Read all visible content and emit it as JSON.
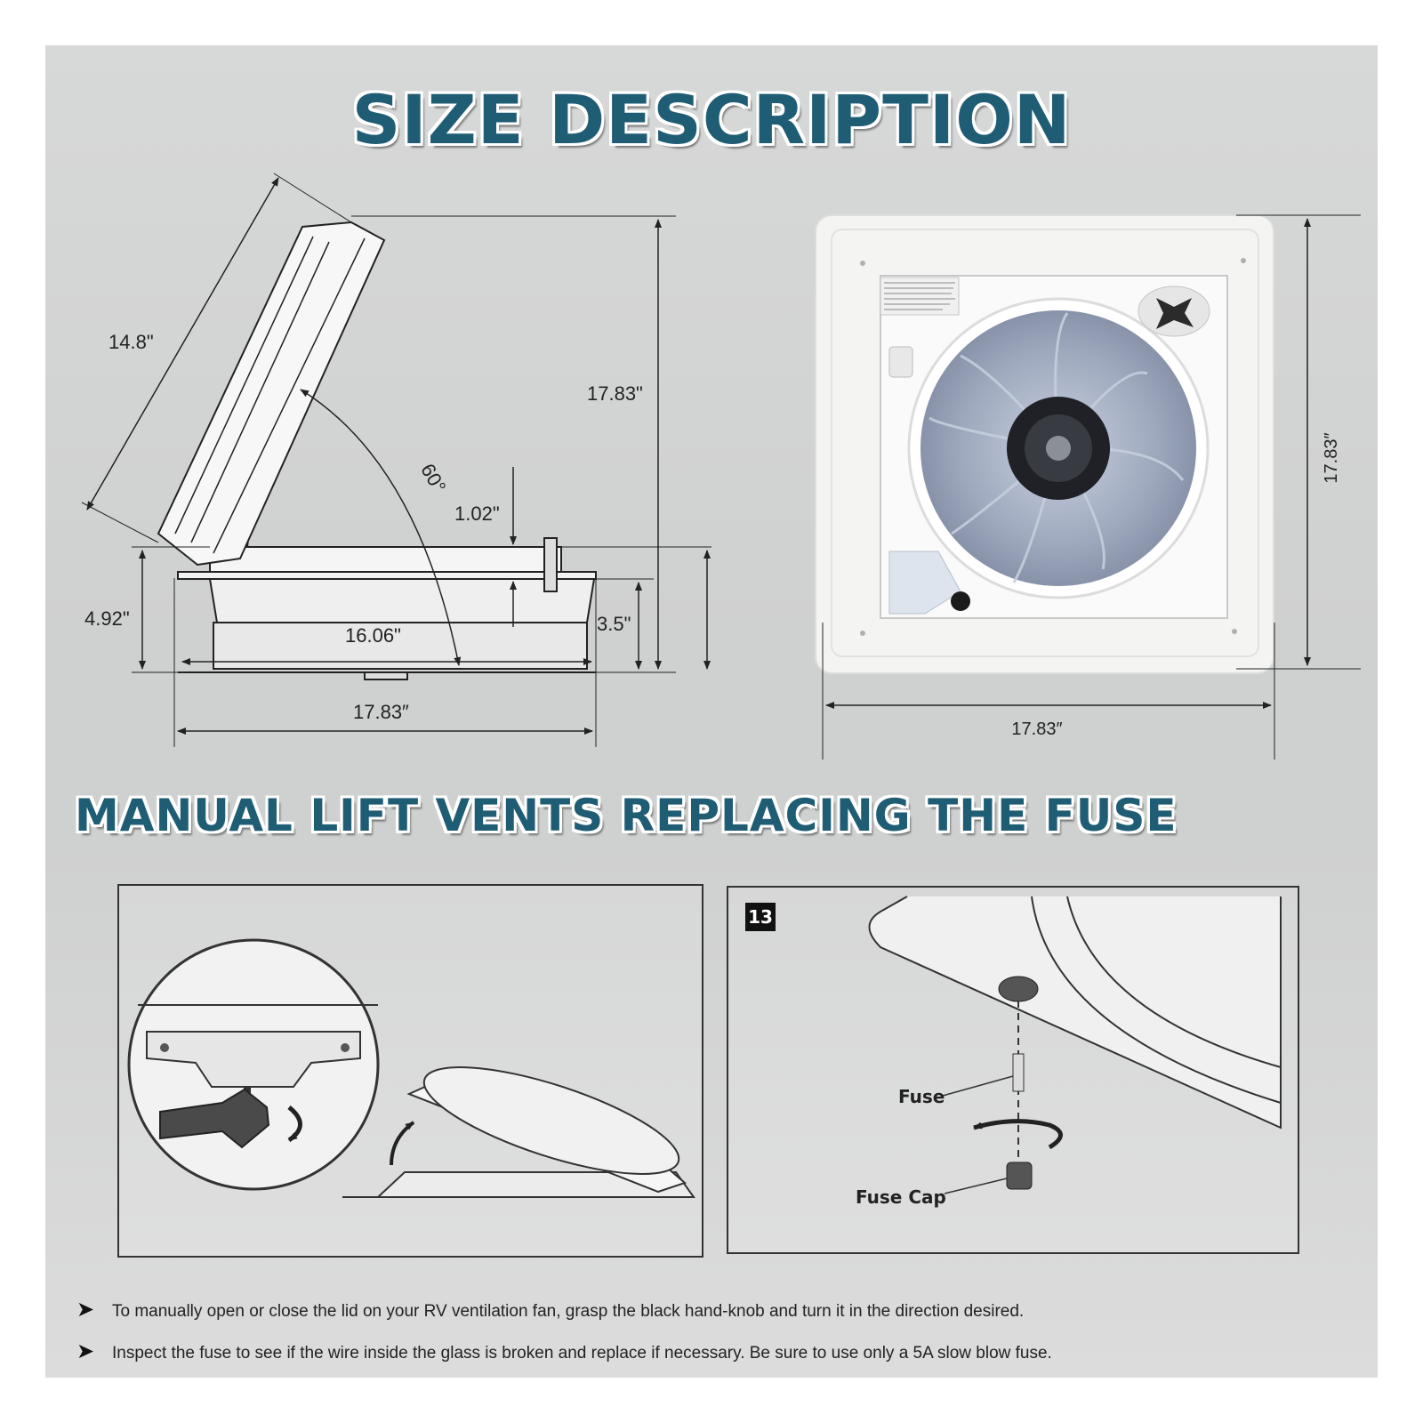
{
  "titles": {
    "size": "SIZE DESCRIPTION",
    "manual": "MANUAL LIFT VENTS REPLACING THE FUSE"
  },
  "dimensions": {
    "lid_length": "14.8\"",
    "lid_angle": "60°",
    "total_height": "17.83\"",
    "flange_offset": "1.02\"",
    "side_height": "4.92\"",
    "base_height": "3.5\"",
    "opening_width": "16.06\"",
    "side_width": "17.83″",
    "top_height": "17.83″",
    "top_width": "17.83″"
  },
  "fuse_panel": {
    "step": "13",
    "fuse_label": "Fuse",
    "cap_label": "Fuse Cap"
  },
  "notes": [
    "To manually open or close the lid on your RV ventilation fan, grasp the black hand-knob and turn it in the direction desired.",
    "Inspect the fuse to see if the wire inside the glass is broken and replace if necessary. Be sure to use only  a 5A slow blow fuse."
  ],
  "colors": {
    "heading": "#1f5d74",
    "fan_blade": "#9aa5bb",
    "frame": "#f4f4f2"
  }
}
